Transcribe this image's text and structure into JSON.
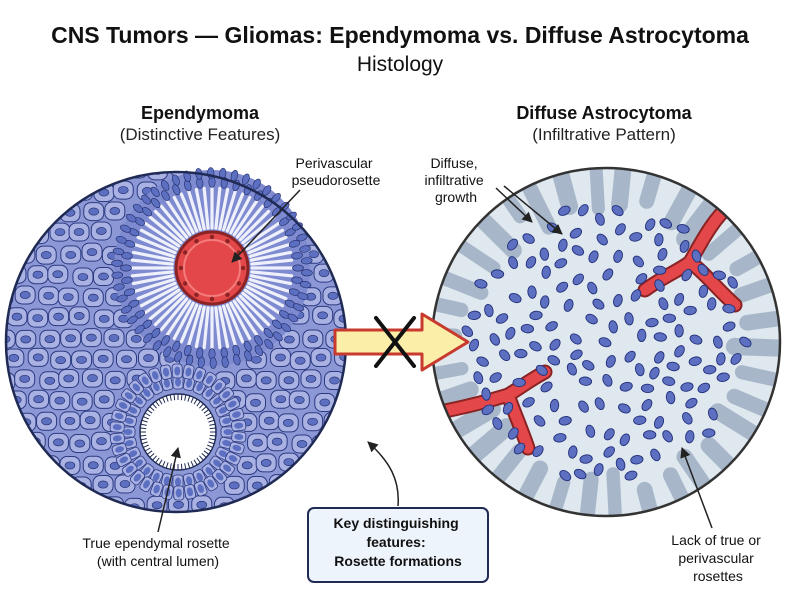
{
  "title": "CNS Tumors — Gliomas: Ependymoma vs. Diffuse Astrocytoma",
  "subtitle": "Histology",
  "left_panel": {
    "heading": "Ependymoma",
    "subheading": "(Distinctive Features)",
    "callout_top": [
      "Perivascular",
      "pseudorosette"
    ],
    "callout_bottom": [
      "True ependymal rosette",
      "(with central lumen)"
    ]
  },
  "right_panel": {
    "heading": "Diffuse Astrocytoma",
    "subheading": "(Infiltrative Pattern)",
    "callout_top": [
      "Diffuse,",
      "infiltrative",
      "growth"
    ],
    "callout_bottom": [
      "Lack of true or",
      "perivascular",
      "rosettes"
    ]
  },
  "key_box": {
    "lines": [
      "Key distinguishing",
      "features:",
      "Rosette formations"
    ]
  },
  "colors": {
    "ependymoma_fill": "#8c97d6",
    "cell_fill": "#5d6fc0",
    "vessel_red": "#e4474a",
    "astro_background": "#dfe7ef",
    "arrow_yellow": "#fbeea8",
    "arrow_border": "#c8392e",
    "key_box_fill": "#eef4fb"
  }
}
